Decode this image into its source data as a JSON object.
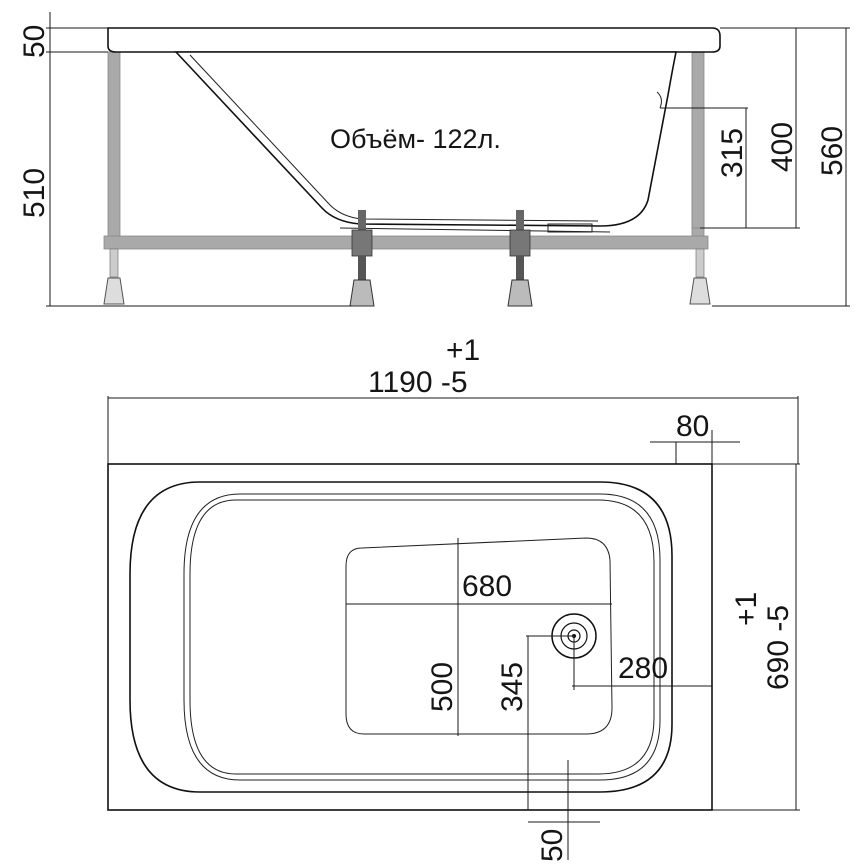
{
  "volume_label": "Объём- 122л.",
  "side_view": {
    "dims": {
      "rim_height": "50",
      "frame_height": "510",
      "depth_315": "315",
      "depth_400": "400",
      "total_height": "560"
    }
  },
  "top_view": {
    "length_tol_plus": "+1",
    "length": "1190 -5",
    "rim_offset": "80",
    "width_tol_plus": "+1",
    "width": "690 -5",
    "bottom_length": "680",
    "bottom_width": "500",
    "drain_offset_y": "345",
    "drain_offset_x": "280",
    "edge_offset": "50"
  },
  "colors": {
    "frame": "#a9a9a9",
    "line": "#111111",
    "background": "#ffffff"
  }
}
